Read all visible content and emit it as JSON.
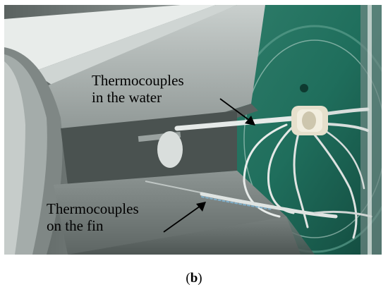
{
  "annotations": {
    "water_line1": "Thermocouples",
    "water_line2": "in the water",
    "fin_line1": "Thermocouples",
    "fin_line2": "on the fin"
  },
  "caption": {
    "open": "(",
    "letter": "b",
    "close": ")"
  },
  "colors": {
    "water_teal": "#1f6e5c",
    "metal_gray": "#9aa2a0",
    "frame_white": "#e8ecea",
    "cable_light": "#e2e6e4",
    "connector": "#e6e0cc"
  }
}
